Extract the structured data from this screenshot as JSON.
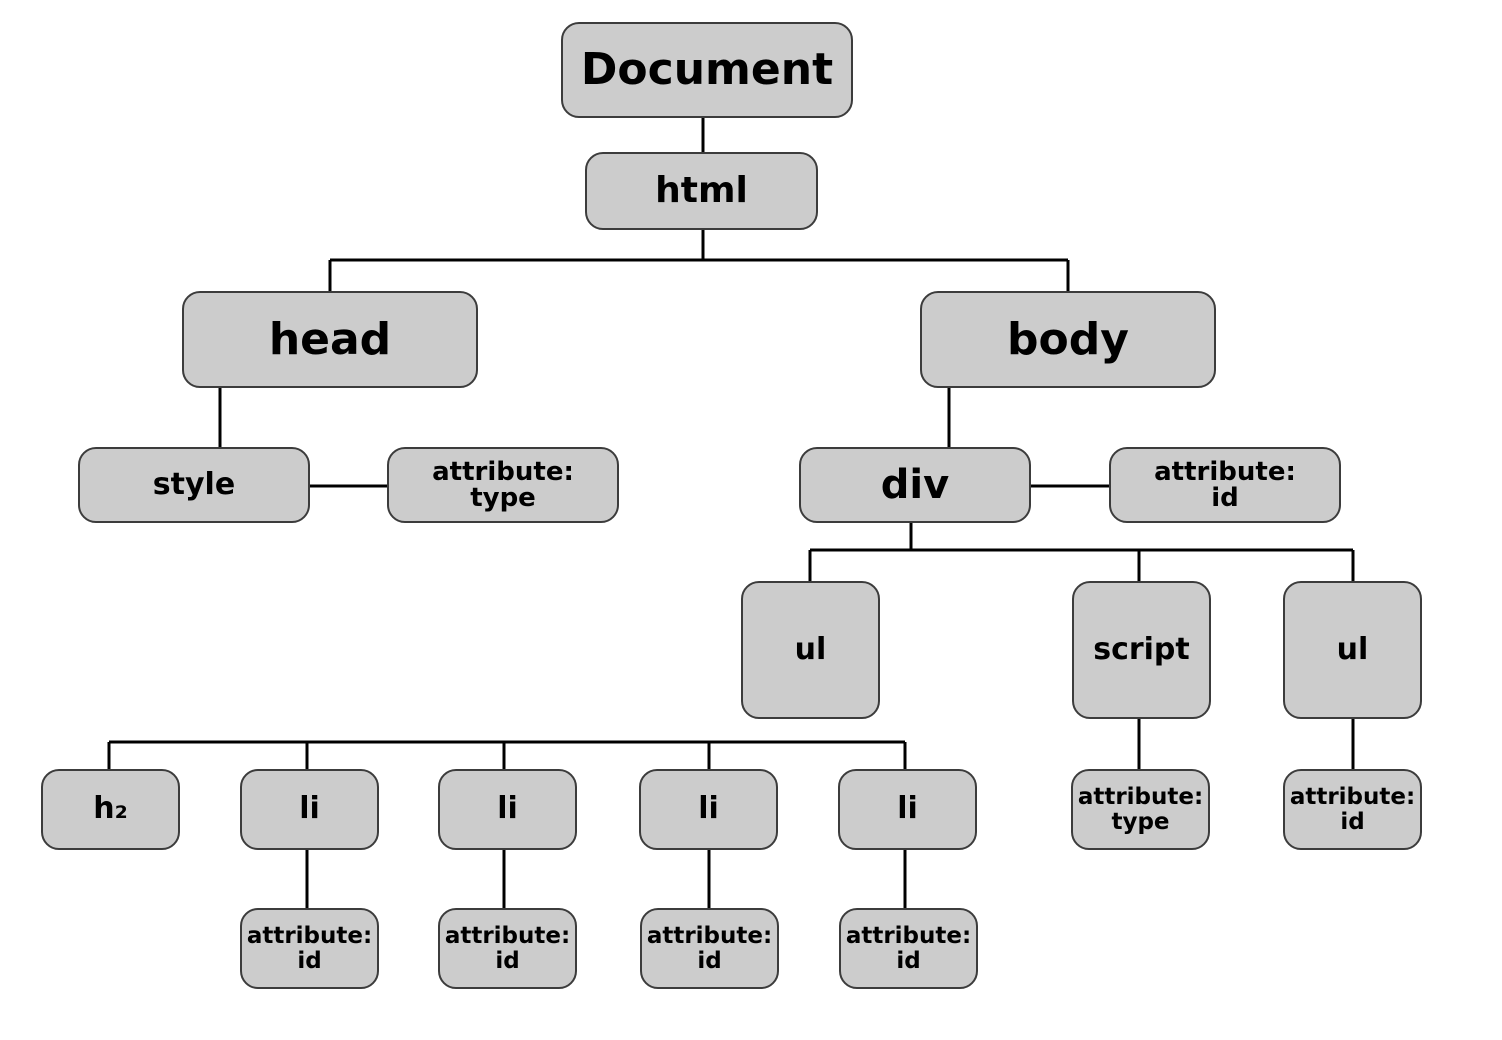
{
  "nodes": {
    "document": "Document",
    "html": "html",
    "head": "head",
    "body": "body",
    "style": "style",
    "style_attr_line1": "attribute:",
    "style_attr_line2": "type",
    "div": "div",
    "div_attr_line1": "attribute:",
    "div_attr_line2": "id",
    "ul_1": "ul",
    "script": "script",
    "ul_2": "ul",
    "script_attr_line1": "attribute:",
    "script_attr_line2": "type",
    "ul2_attr_line1": "attribute:",
    "ul2_attr_line2": "id",
    "h2": "h₂",
    "li_1": "li",
    "li_2": "li",
    "li_3": "li",
    "li_4": "li",
    "li1_attr_line1": "attribute:",
    "li1_attr_line2": "id",
    "li2_attr_line1": "attribute:",
    "li2_attr_line2": "id",
    "li3_attr_line1": "attribute:",
    "li3_attr_line2": "id",
    "li4_attr_line1": "attribute:",
    "li4_attr_line2": "id"
  },
  "colors": {
    "node_fill": "#cccccc",
    "node_border": "#3c3c3c",
    "connector": "#000000"
  }
}
